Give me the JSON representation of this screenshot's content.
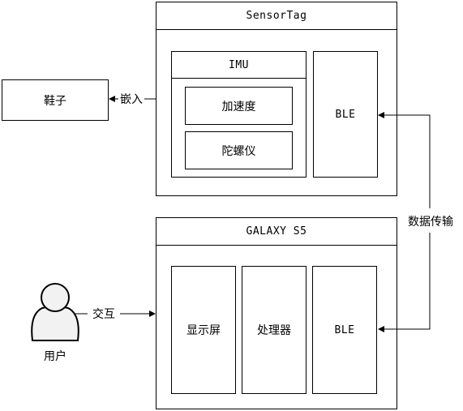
{
  "shoe": {
    "label": "鞋子"
  },
  "embed": {
    "label": "嵌入"
  },
  "sensortag": {
    "title": "SensorTag",
    "imu": {
      "title": "IMU",
      "accelerometer": "加速度",
      "gyroscope": "陀螺仪"
    },
    "ble": "BLE"
  },
  "data_transfer": {
    "label": "数据传输"
  },
  "galaxy": {
    "title": "GALAXY S5",
    "display": "显示屏",
    "processor": "处理器",
    "ble": "BLE"
  },
  "interaction": {
    "label": "交互"
  },
  "user": {
    "label": "用户"
  }
}
